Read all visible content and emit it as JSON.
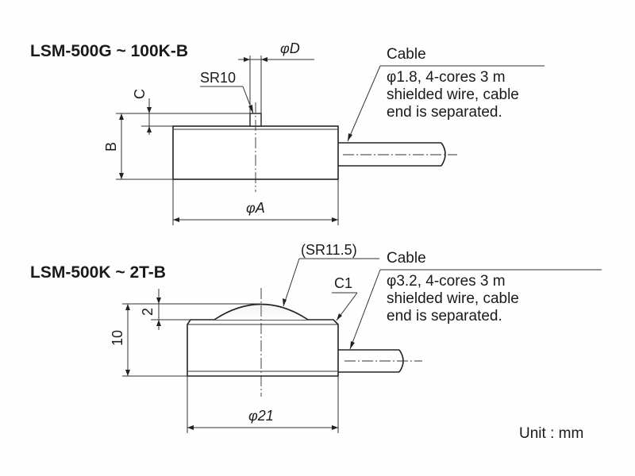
{
  "top_drawing": {
    "title": "LSM-500G ~ 100K-B",
    "dim_phi_d": "φD",
    "sr_label": "SR10",
    "dim_c": "C",
    "dim_b": "B",
    "dim_phi_a": "φA",
    "cable_heading": "Cable",
    "cable_lines": [
      "φ1.8, 4-cores 3 m",
      "shielded wire, cable",
      "end is separated."
    ]
  },
  "bottom_drawing": {
    "title": "LSM-500K ~ 2T-B",
    "sr_label": "(SR11.5)",
    "chamfer_label": "C1",
    "dim_height": "10",
    "dim_dome": "2",
    "dim_diameter": "φ21",
    "cable_heading": "Cable",
    "cable_lines": [
      "φ3.2, 4-cores 3 m",
      "shielded wire, cable",
      "end is separated."
    ]
  },
  "unit_note": "Unit : mm"
}
